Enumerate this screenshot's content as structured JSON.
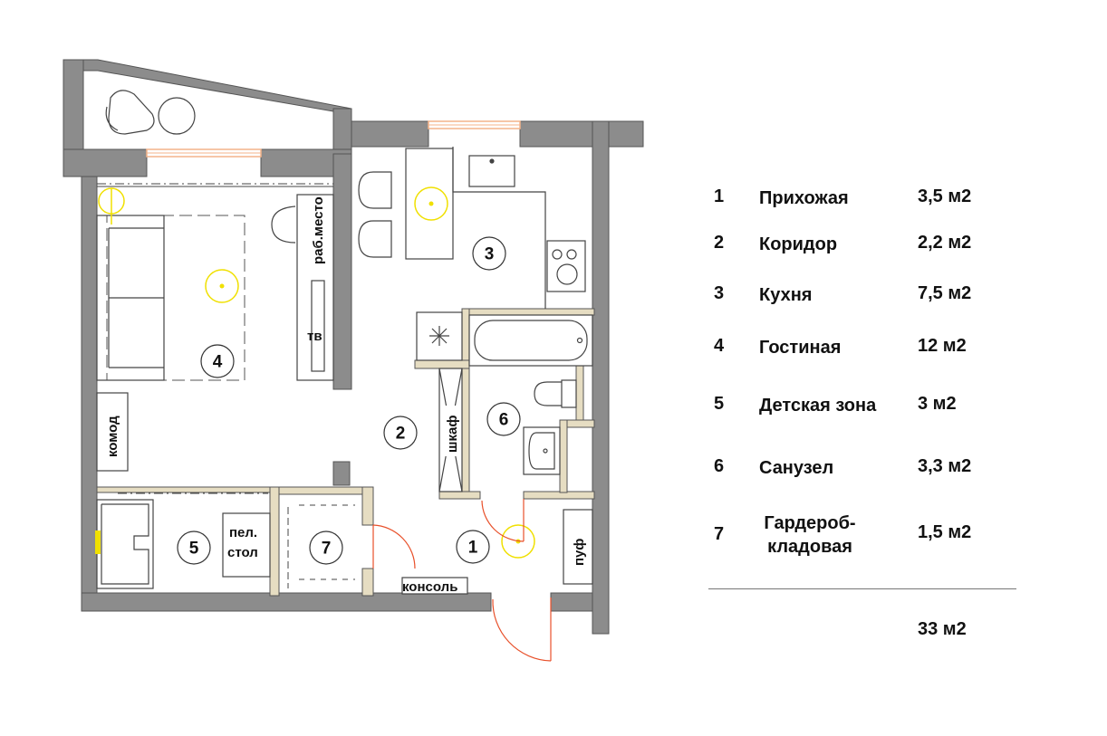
{
  "plan_labels": {
    "workplace": "раб.место",
    "tv": "тв",
    "dresser": "комод",
    "wardrobe": "шкаф",
    "changing_table_line1": "пел.",
    "changing_table_line2": "стол",
    "console": "консоль",
    "pouf": "пуф"
  },
  "room_numbers": [
    "1",
    "2",
    "3",
    "4",
    "5",
    "6",
    "7"
  ],
  "legend": {
    "rows": [
      {
        "number": "1",
        "name": "Прихожая",
        "area": "3,5 м2"
      },
      {
        "number": "2",
        "name": "Коридор",
        "area": "2,2 м2"
      },
      {
        "number": "3",
        "name": "Кухня",
        "area": "7,5 м2"
      },
      {
        "number": "4",
        "name": "Гостиная",
        "area": "12 м2"
      },
      {
        "number": "5",
        "name": "Детская зона",
        "area": "3 м2"
      },
      {
        "number": "6",
        "name": "Санузел",
        "area": "3,3 м2"
      },
      {
        "number": "7",
        "name": "Гардероб-\nкладовая",
        "area": "1,5 м2"
      }
    ],
    "total": "33 м2"
  },
  "colors": {
    "wall": "#8c8c8c",
    "wall_stroke": "#555555",
    "partition": "#e6ddc2",
    "window": "#f4b38a",
    "door": "#e8502a",
    "lamp": "#f0e000"
  }
}
